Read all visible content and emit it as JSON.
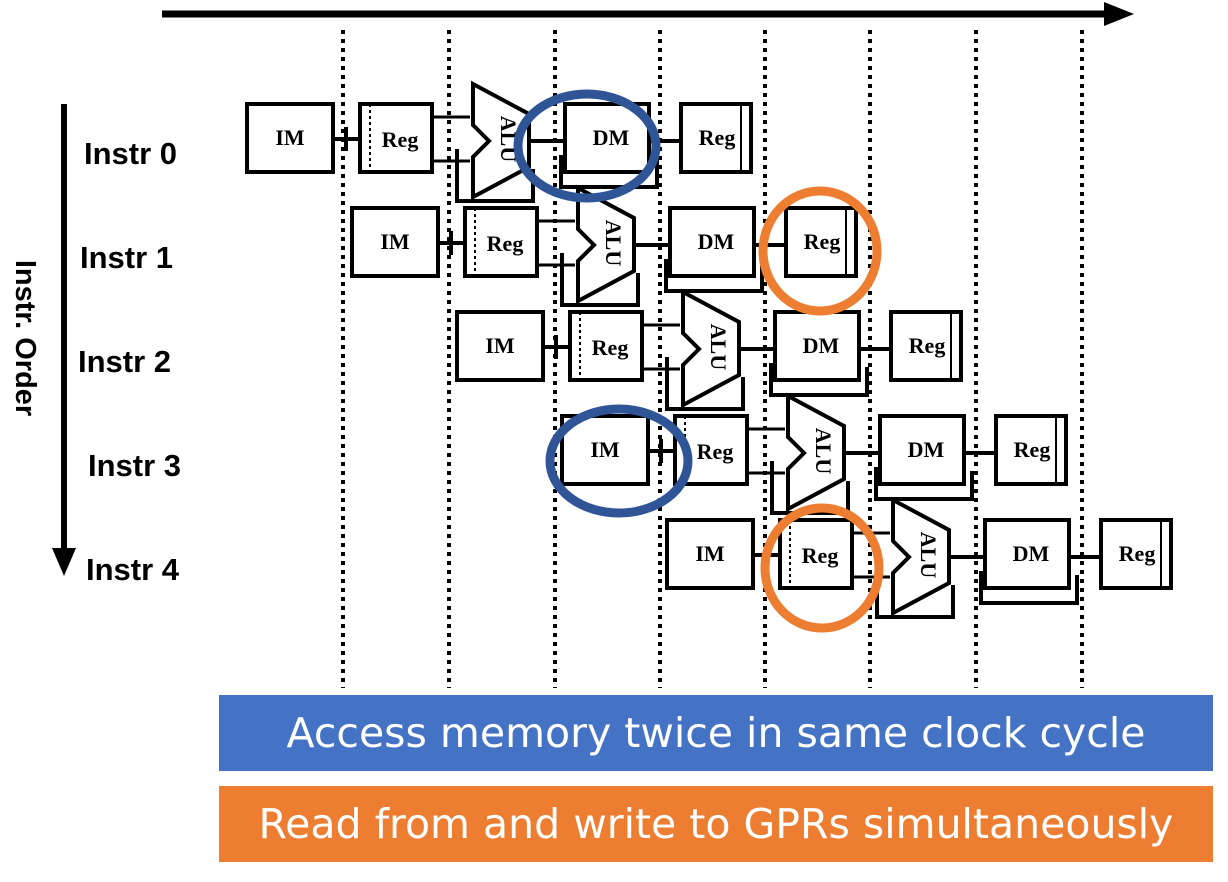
{
  "axis": {
    "vertical_label": "Instr. Order"
  },
  "colors": {
    "memory_conflict": "#4472C4",
    "register_conflict": "#ED7D31",
    "circle_blue": "#2F5597",
    "circle_orange": "#ED7D31"
  },
  "stage_labels": {
    "im": "IM",
    "reg": "Reg",
    "alu": "ALU",
    "dm": "DM",
    "wb": "Reg"
  },
  "instructions": [
    {
      "label": "Instr 0"
    },
    {
      "label": "Instr 1"
    },
    {
      "label": "Instr 2"
    },
    {
      "label": "Instr 3"
    },
    {
      "label": "Instr 4"
    }
  ],
  "highlights": [
    {
      "instr": 0,
      "stage": "dm",
      "color": "blue"
    },
    {
      "instr": 3,
      "stage": "im",
      "color": "blue"
    },
    {
      "instr": 1,
      "stage": "wb",
      "color": "orange"
    },
    {
      "instr": 4,
      "stage": "reg",
      "color": "orange"
    }
  ],
  "banners": {
    "memory": "Access memory twice in same clock cycle",
    "gpr": "Read from and write to GPRs simultaneously"
  }
}
